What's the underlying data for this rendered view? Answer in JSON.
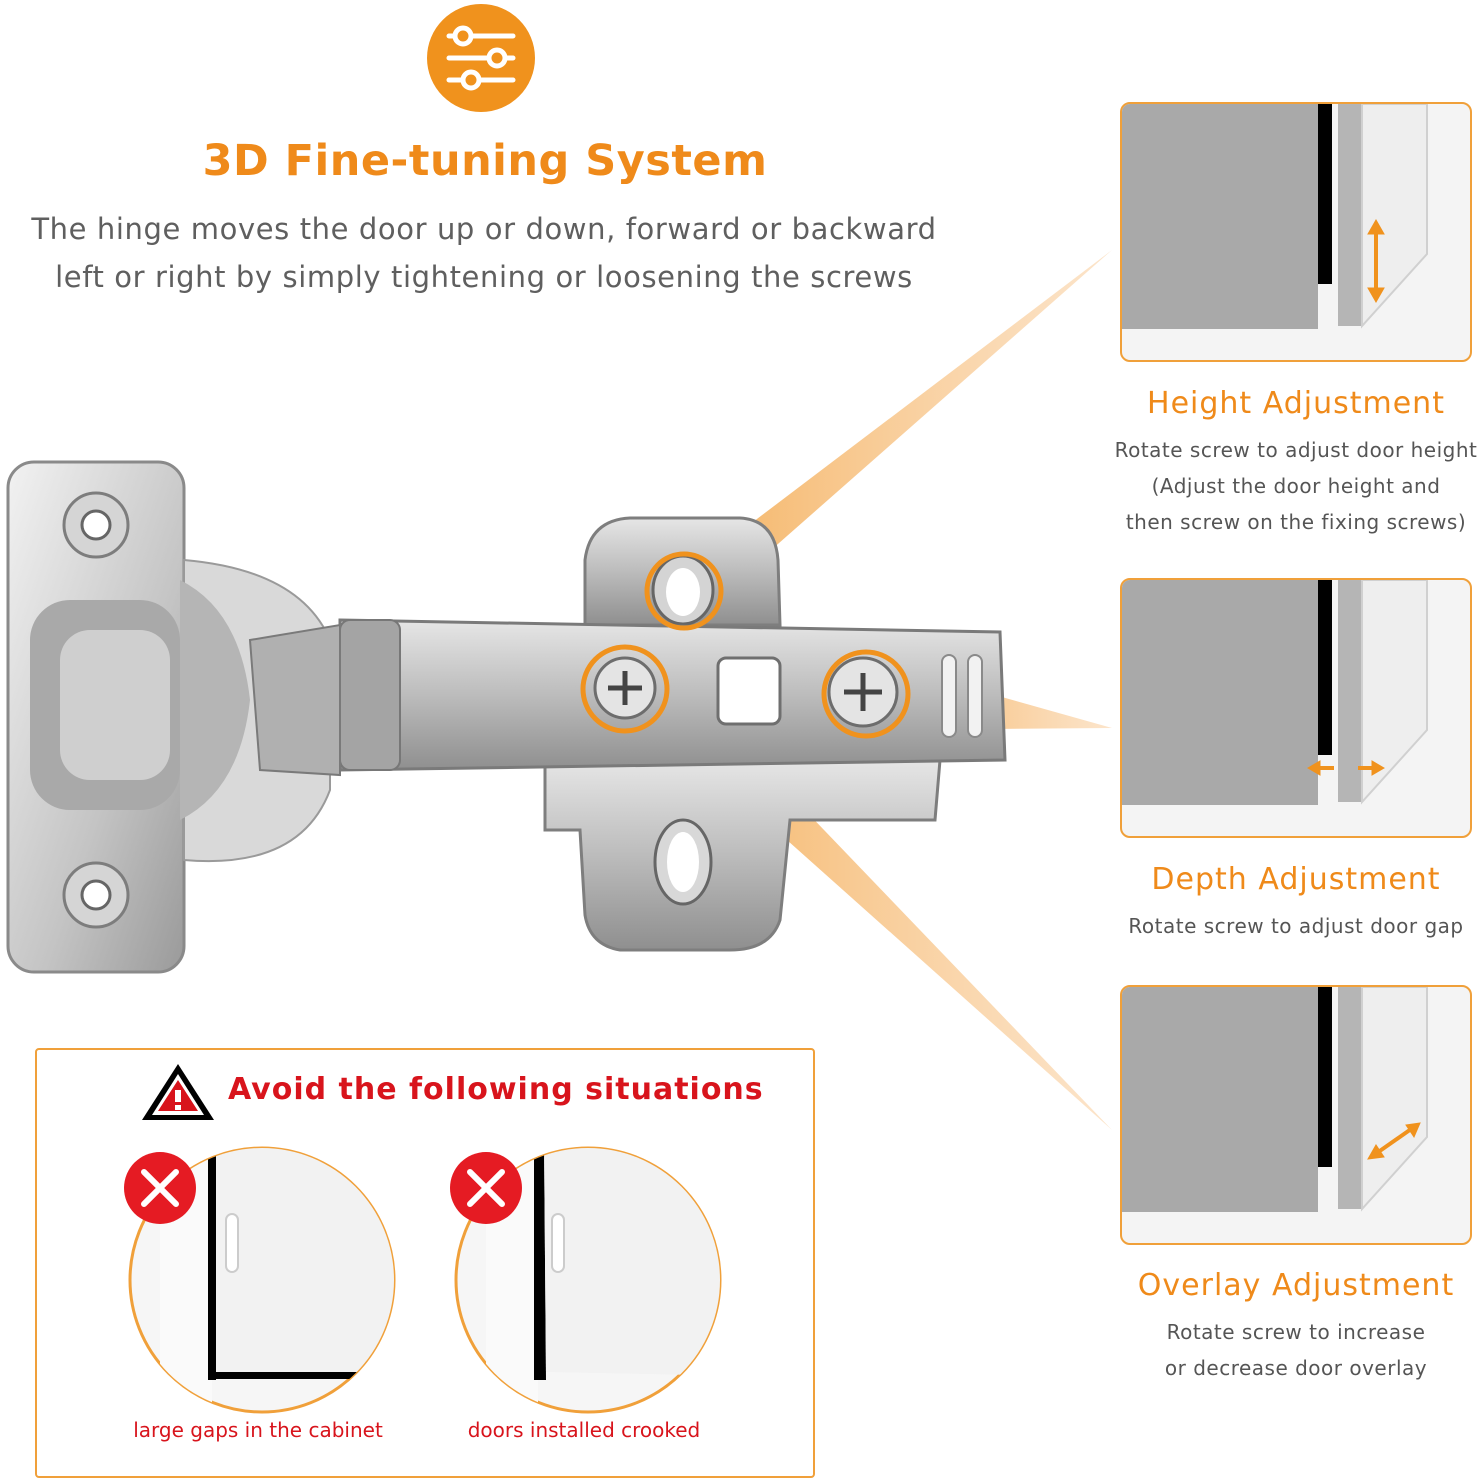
{
  "header": {
    "icon": "sliders-icon",
    "title": "3D Fine-tuning System",
    "subtitle_lines": [
      "The hinge moves the door up or down, forward or backward",
      "left or right by simply tightening or loosening the screws"
    ]
  },
  "product": {
    "icon": "cabinet-hinge-image"
  },
  "adjustments": [
    {
      "title": "Height Adjustment",
      "description_lines": [
        "Rotate screw to adjust door height",
        "(Adjust the door height and",
        "then screw on the fixing screws)"
      ],
      "arrow": "vertical-double-arrow-icon"
    },
    {
      "title": "Depth Adjustment",
      "description_lines": [
        "Rotate screw to adjust door gap"
      ],
      "arrow": "horizontal-double-arrow-icon"
    },
    {
      "title": "Overlay Adjustment",
      "description_lines": [
        "Rotate screw to increase",
        "or decrease door overlay"
      ],
      "arrow": "diagonal-double-arrow-icon"
    }
  ],
  "warning": {
    "icon": "warning-triangle-icon",
    "title": "Avoid the following situations",
    "cases": [
      {
        "caption": "large gaps in the cabinet",
        "icon": "red-x-icon"
      },
      {
        "caption": "doors installed crooked",
        "icon": "red-x-icon"
      }
    ]
  },
  "colors": {
    "accent": "#f0921d",
    "warning": "#d8141c",
    "text": "#5f5f5f",
    "panel_border": "#f0a03a"
  }
}
